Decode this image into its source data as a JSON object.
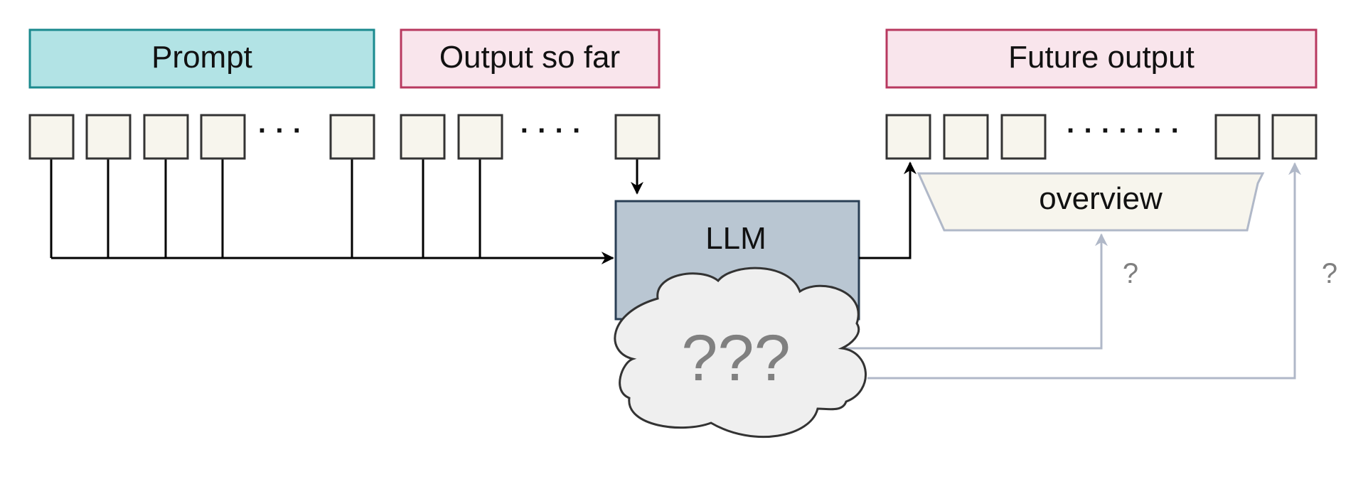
{
  "diagram": {
    "headers": {
      "prompt": "Prompt",
      "output_so_far": "Output so far",
      "future_output": "Future output"
    },
    "boxes": {
      "llm": "LLM",
      "overview": "overview"
    },
    "cloud_text": "???",
    "question_marks": [
      "?",
      "?"
    ],
    "ellipses": [
      "· · ·",
      "· · · ·",
      "· · · · · · ·"
    ],
    "colors": {
      "prompt_fill": "#b2e3e5",
      "prompt_stroke": "#1a8a8e",
      "output_fill": "#f9e5ec",
      "output_stroke": "#b8385f",
      "token_fill": "#f7f5ed",
      "llm_fill": "#b9c6d2",
      "llm_stroke": "#2a3f55",
      "overview_fill": "#f7f5ed",
      "overview_stroke": "#b0b8c8",
      "cloud_fill": "#efefef",
      "cloud_text": "#808080",
      "grey_arrow": "#b0b8c8"
    }
  }
}
